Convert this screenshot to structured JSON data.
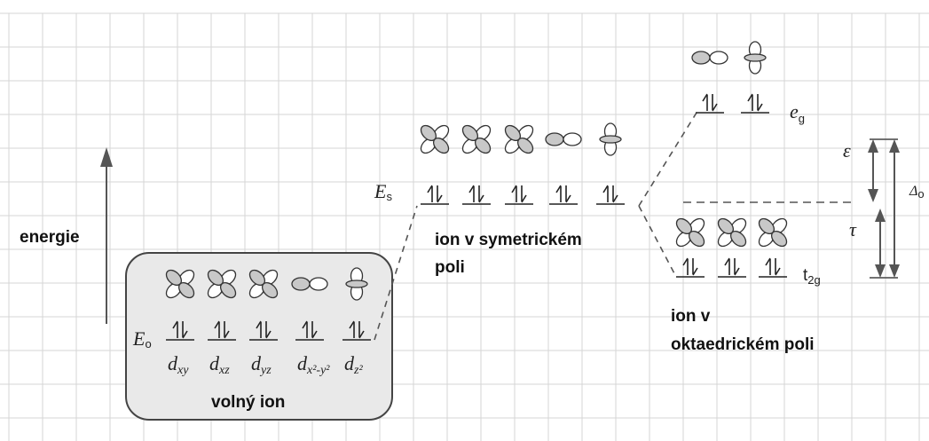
{
  "labels": {
    "energy_axis": "energie",
    "free_ion": "volný ion",
    "symmetric_field_line1": "ion v symetrickém",
    "symmetric_field_line2": "poli",
    "octahedral_field_line1": "ion v",
    "octahedral_field_line2": "oktaedrickém poli"
  },
  "energy_symbols": {
    "E0_main": "E",
    "E0_sub": "o",
    "Es_main": "E",
    "Es_sub": "s",
    "epsilon": "ε",
    "tau": "τ",
    "delta_main": "Δ",
    "delta_sub": "o"
  },
  "orbital_labels": [
    {
      "main": "d",
      "sub": "xy"
    },
    {
      "main": "d",
      "sub": "xz"
    },
    {
      "main": "d",
      "sub": "yz"
    },
    {
      "main": "d",
      "sub": "x²-y²"
    },
    {
      "main": "d",
      "sub": "z²"
    }
  ],
  "level_labels": {
    "eg_main": "e",
    "eg_sub": "g",
    "t2g_main": "t",
    "t2g_sub": "2g"
  },
  "orbital_shapes": {
    "free_ion": [
      "clover",
      "clover",
      "clover",
      "dumbbell",
      "dz2"
    ],
    "symmetric": [
      "clover",
      "clover",
      "clover",
      "dumbbell",
      "dz2"
    ],
    "eg": [
      "dumbbell",
      "dz2"
    ],
    "t2g": [
      "clover",
      "clover",
      "clover"
    ]
  },
  "electrons_per_orbital": 2
}
